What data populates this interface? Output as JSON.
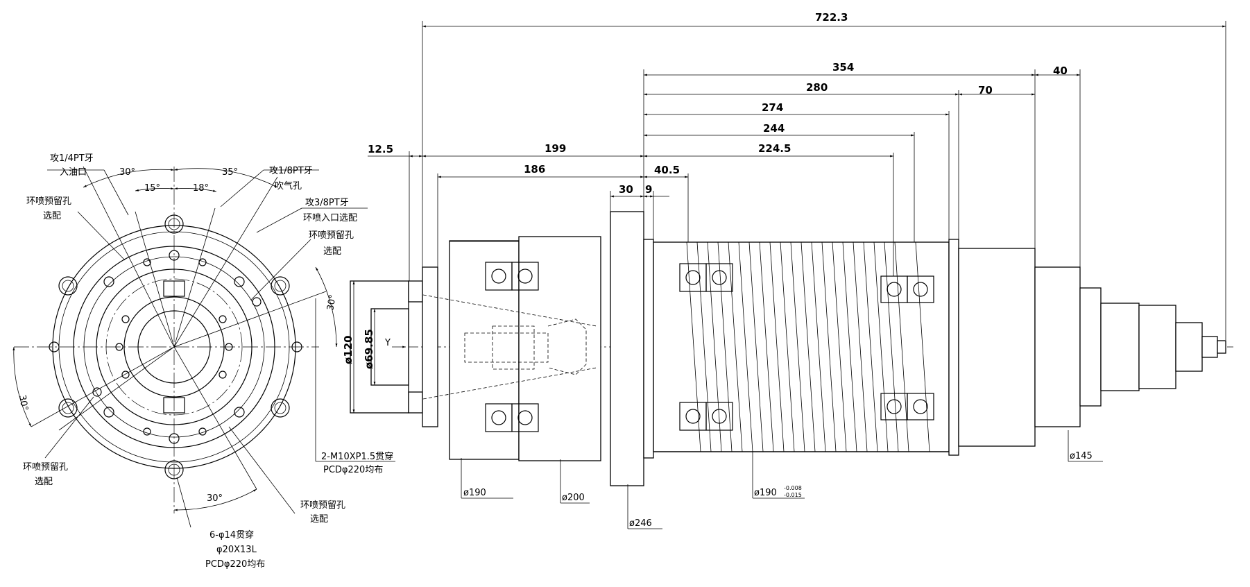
{
  "drawing": {
    "axis_marker": "Y",
    "dimensions": {
      "overall": "722.3",
      "d354": "354",
      "d40": "40",
      "d280": "280",
      "d70": "70",
      "d274": "274",
      "d244": "244",
      "d12_5": "12.5",
      "d199": "199",
      "d224_5": "224.5",
      "d186": "186",
      "d40_5": "40.5",
      "d30": "30",
      "d9": "9",
      "dia120": "ø120",
      "dia69_85": "ø69.85"
    },
    "diameters": {
      "d190": "ø190",
      "d200": "ø200",
      "d246": "ø246",
      "d190_tol": "ø190",
      "tol_upper": "-0.008",
      "tol_lower": "-0.015",
      "d145": "ø145"
    },
    "angles": {
      "a30_top": "30°",
      "a35_top": "35°",
      "a15": "15°",
      "a18": "18°",
      "a30_right": "30°",
      "a30_left": "30°",
      "a30_bottom": "30°"
    },
    "notes": {
      "oil_inlet_1": "攻1/4PT牙",
      "oil_inlet_2": "入油口",
      "air_hole_1": "攻1/8PT牙",
      "air_hole_2": "吹气孔",
      "ring_top_left_1": "环喷预留孔",
      "ring_top_left_2": "选配",
      "ring_inlet_1": "攻3/8PT牙",
      "ring_inlet_2": "环喷入口选配",
      "ring_top_right_1": "环喷预留孔",
      "ring_top_right_2": "选配",
      "ring_bottom_left_1": "环喷预留孔",
      "ring_bottom_left_2": "选配",
      "m10_1": "2-M10XP1.5贯穿",
      "m10_2": "PCDφ220均布",
      "ring_bottom_right_1": "环喷预留孔",
      "ring_bottom_right_2": "选配",
      "hole_1": "6-φ14贯穿",
      "hole_2": "φ20X13L",
      "hole_3": "PCDφ220均布"
    }
  }
}
